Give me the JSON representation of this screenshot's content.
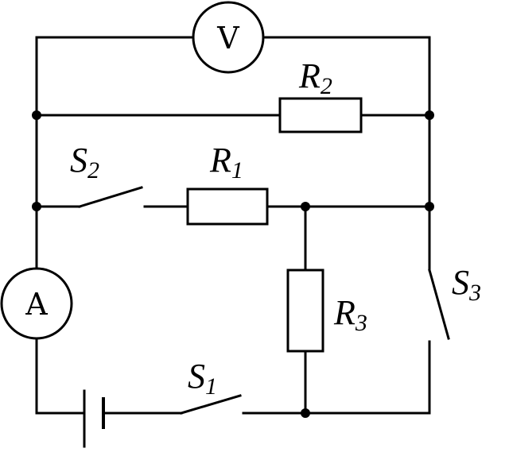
{
  "diagram": {
    "components": {
      "voltmeter": {
        "symbol": "V"
      },
      "ammeter": {
        "symbol": "A"
      },
      "r1": {
        "letter": "R",
        "sub": "1"
      },
      "r2": {
        "letter": "R",
        "sub": "2"
      },
      "r3": {
        "letter": "R",
        "sub": "3"
      },
      "s1": {
        "letter": "S",
        "sub": "1"
      },
      "s2": {
        "letter": "S",
        "sub": "2"
      },
      "s3": {
        "letter": "S",
        "sub": "3"
      }
    }
  }
}
